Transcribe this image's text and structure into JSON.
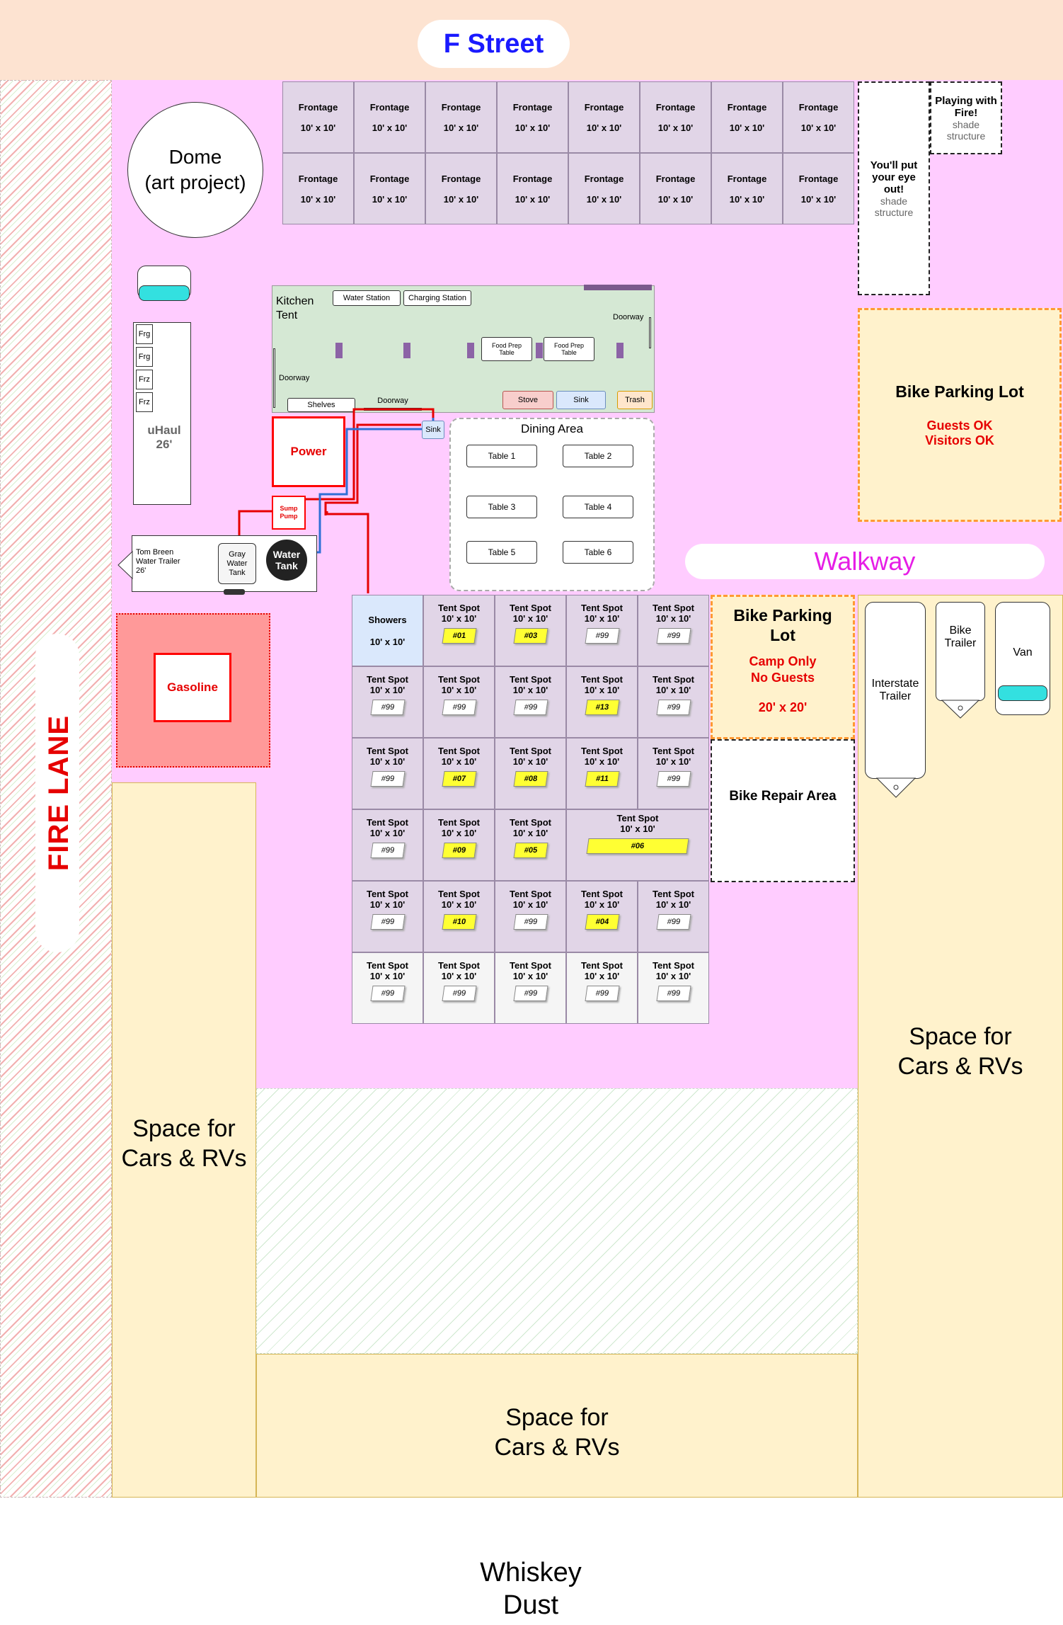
{
  "street": {
    "top": "F Street",
    "bottom": "Whiskey\nDust"
  },
  "fire_lane": "FIRE LANE",
  "dome": "Dome\n(art project)",
  "frontage": {
    "label": "Frontage",
    "size": "10' x 10'"
  },
  "structures": {
    "eye_out": {
      "title": "You'll put your eye out!",
      "sub": "shade structure"
    },
    "playing_fire": {
      "title": "Playing with Fire!",
      "sub": "shade structure"
    }
  },
  "bike_lot_top": {
    "title": "Bike Parking Lot",
    "line1": "Guests OK",
    "line2": "Visitors OK"
  },
  "walkway": "Walkway",
  "kitchen": {
    "title": "Kitchen\nTent",
    "water_station": "Water Station",
    "charging_station": "Charging Station",
    "doorway": "Doorway",
    "food_prep": "Food Prep\nTable",
    "shelves": "Shelves",
    "stove": "Stove",
    "sink": "Sink",
    "trash": "Trash"
  },
  "uhaul": {
    "label": "uHaul\n26'",
    "slots": [
      "Frg",
      "Frg",
      "Frz",
      "Frz"
    ]
  },
  "power": "Power",
  "sink_small": "Sink",
  "sump_pump": "Sump\nPump",
  "water_trailer": {
    "label": "Tom Breen\nWater Trailer\n26'",
    "gray": "Gray\nWater\nTank",
    "water": "Water\nTank"
  },
  "gasoline": "Gasoline",
  "dining": {
    "title": "Dining Area",
    "tables": [
      "Table 1",
      "Table 2",
      "Table 3",
      "Table 4",
      "Table 5",
      "Table 6"
    ]
  },
  "grid": {
    "showers": {
      "title": "Showers",
      "size": "10' x 10'"
    },
    "tent_label": "Tent Spot",
    "tent_size": "10' x 10'",
    "rows": [
      [
        "SHOWERS",
        "#01",
        "#03",
        "#99",
        "#99"
      ],
      [
        "#99",
        "#99",
        "#99",
        "#13",
        "#99"
      ],
      [
        "#99",
        "#07",
        "#08",
        "#11",
        "#99"
      ],
      [
        "#99",
        "#09",
        "#05",
        "",
        ""
      ],
      [
        "#99",
        "#10",
        "#99",
        "#04",
        "#99"
      ],
      [
        "#99",
        "#99",
        "#99",
        "#99",
        "#99"
      ]
    ],
    "wide_tag": "#06"
  },
  "bike_lot_mid": {
    "title": "Bike Parking\nLot",
    "line1": "Camp Only\nNo Guests",
    "line2": "20' x 20'"
  },
  "bike_repair": "Bike Repair Area",
  "vehicles": {
    "interstate": "Interstate\nTrailer",
    "bike_trailer": "Bike\nTrailer",
    "van": "Van"
  },
  "parking": "Space for\nCars & RVs",
  "colors": {
    "street": "#fde3d1",
    "camp": "#ffccff",
    "cream": "#fff2cc",
    "tent": "#e1d5e7",
    "accent_blue": "#1a1aff",
    "fire": "#e60000",
    "walkway": "#e61ee6"
  }
}
